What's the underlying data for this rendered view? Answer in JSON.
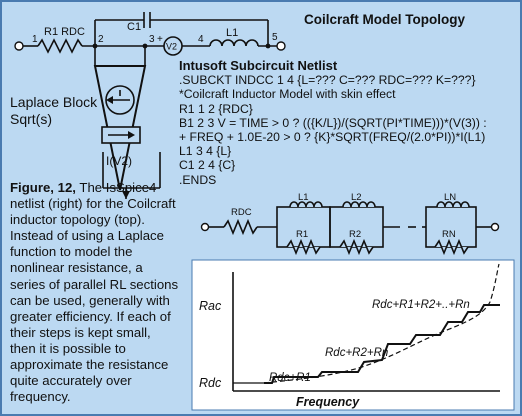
{
  "topology_title": "Coilcraft Model Topology",
  "circuit": {
    "r1_label": "R1 RDC",
    "c1_label": "C1",
    "l1_label": "L1",
    "v2_label": "V2",
    "node_labels": [
      "1",
      "2",
      "3",
      "+",
      "4",
      "5"
    ],
    "laplace_label": [
      "Laplace Block",
      "Sqrt(s)"
    ],
    "current_label": "I(V2)"
  },
  "netlist": {
    "title": "Intusoft Subcircuit Netlist",
    "lines": [
      ".SUBCKT INDCC 1 4 {L=??? C=??? RDC=??? K=???}",
      "*Coilcraft Inductor Model with skin effect",
      "R1 1 2 {RDC}",
      "B1 2 3 V = TIME > 0 ? (({K/L})/(SQRT(PI*TIME)))*(V(3)) :",
      "+ FREQ + 1.0E-20 > 0 ? {K}*SQRT(FREQ/(2.0*PI))*I(L1)",
      "L1 3 4 {L}",
      "C1 2 4 {C}",
      ".ENDS"
    ]
  },
  "caption": {
    "bold": "Figure, 12,",
    "text": " The IsSpice4 netlist (right) for the Coilcraft  inductor topology (top). Instead of using a Laplace function to model the nonlinear resistance, a series of parallel RL sections can be used, generally with greater efficiency. If each of their steps is kept small, then it is possible to approximate the resistance quite accurately over frequency."
  },
  "ladder": {
    "labels": [
      "RDC",
      "L1",
      "R1",
      "L2",
      "R2",
      "LN",
      "RN"
    ]
  },
  "graph": {
    "y_labels": [
      "Rac",
      "Rdc"
    ],
    "x_label": "Frequency",
    "annotations": [
      "Rdc+R1",
      "Rdc+R2+Rn",
      "Rdc+R1+R2+..+Rn"
    ]
  },
  "colors": {
    "background": "#bcd9f2",
    "border": "#4a7bb0",
    "line": "#111111",
    "white": "#ffffff"
  }
}
